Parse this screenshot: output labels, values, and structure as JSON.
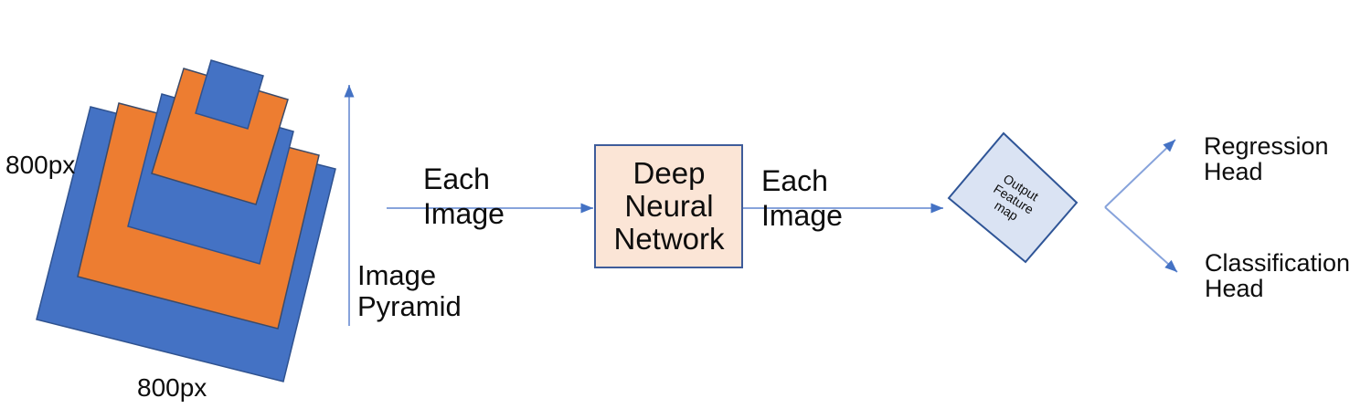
{
  "colors": {
    "background": "#FFFFFF",
    "blue_fill": "#4472C4",
    "blue_border": "#2F528F",
    "orange_fill": "#ED7D31",
    "orange_border": "#3B4A68",
    "dnn_box_fill": "#FBE5D6",
    "dnn_box_border": "#3E5C9A",
    "diamond_fill": "#DAE3F3",
    "diamond_border": "#2F5597",
    "arrow_line": "#87A3DB",
    "arrow_head": "#4472C4",
    "text": "#0D0D0D"
  },
  "pyramid": {
    "width_label": "800px",
    "height_label": "800px",
    "caption": "Image\nPyramid"
  },
  "flow": {
    "input_arrow_label": "Each\nImage",
    "dnn_box_label": "Deep\nNeural\nNetwork",
    "output_arrow_label": "Each\nImage",
    "feature_map_label": "Output\nFeature\nmap",
    "regression_label": "Regression\nHead",
    "classification_label": "Classification\nHead"
  }
}
